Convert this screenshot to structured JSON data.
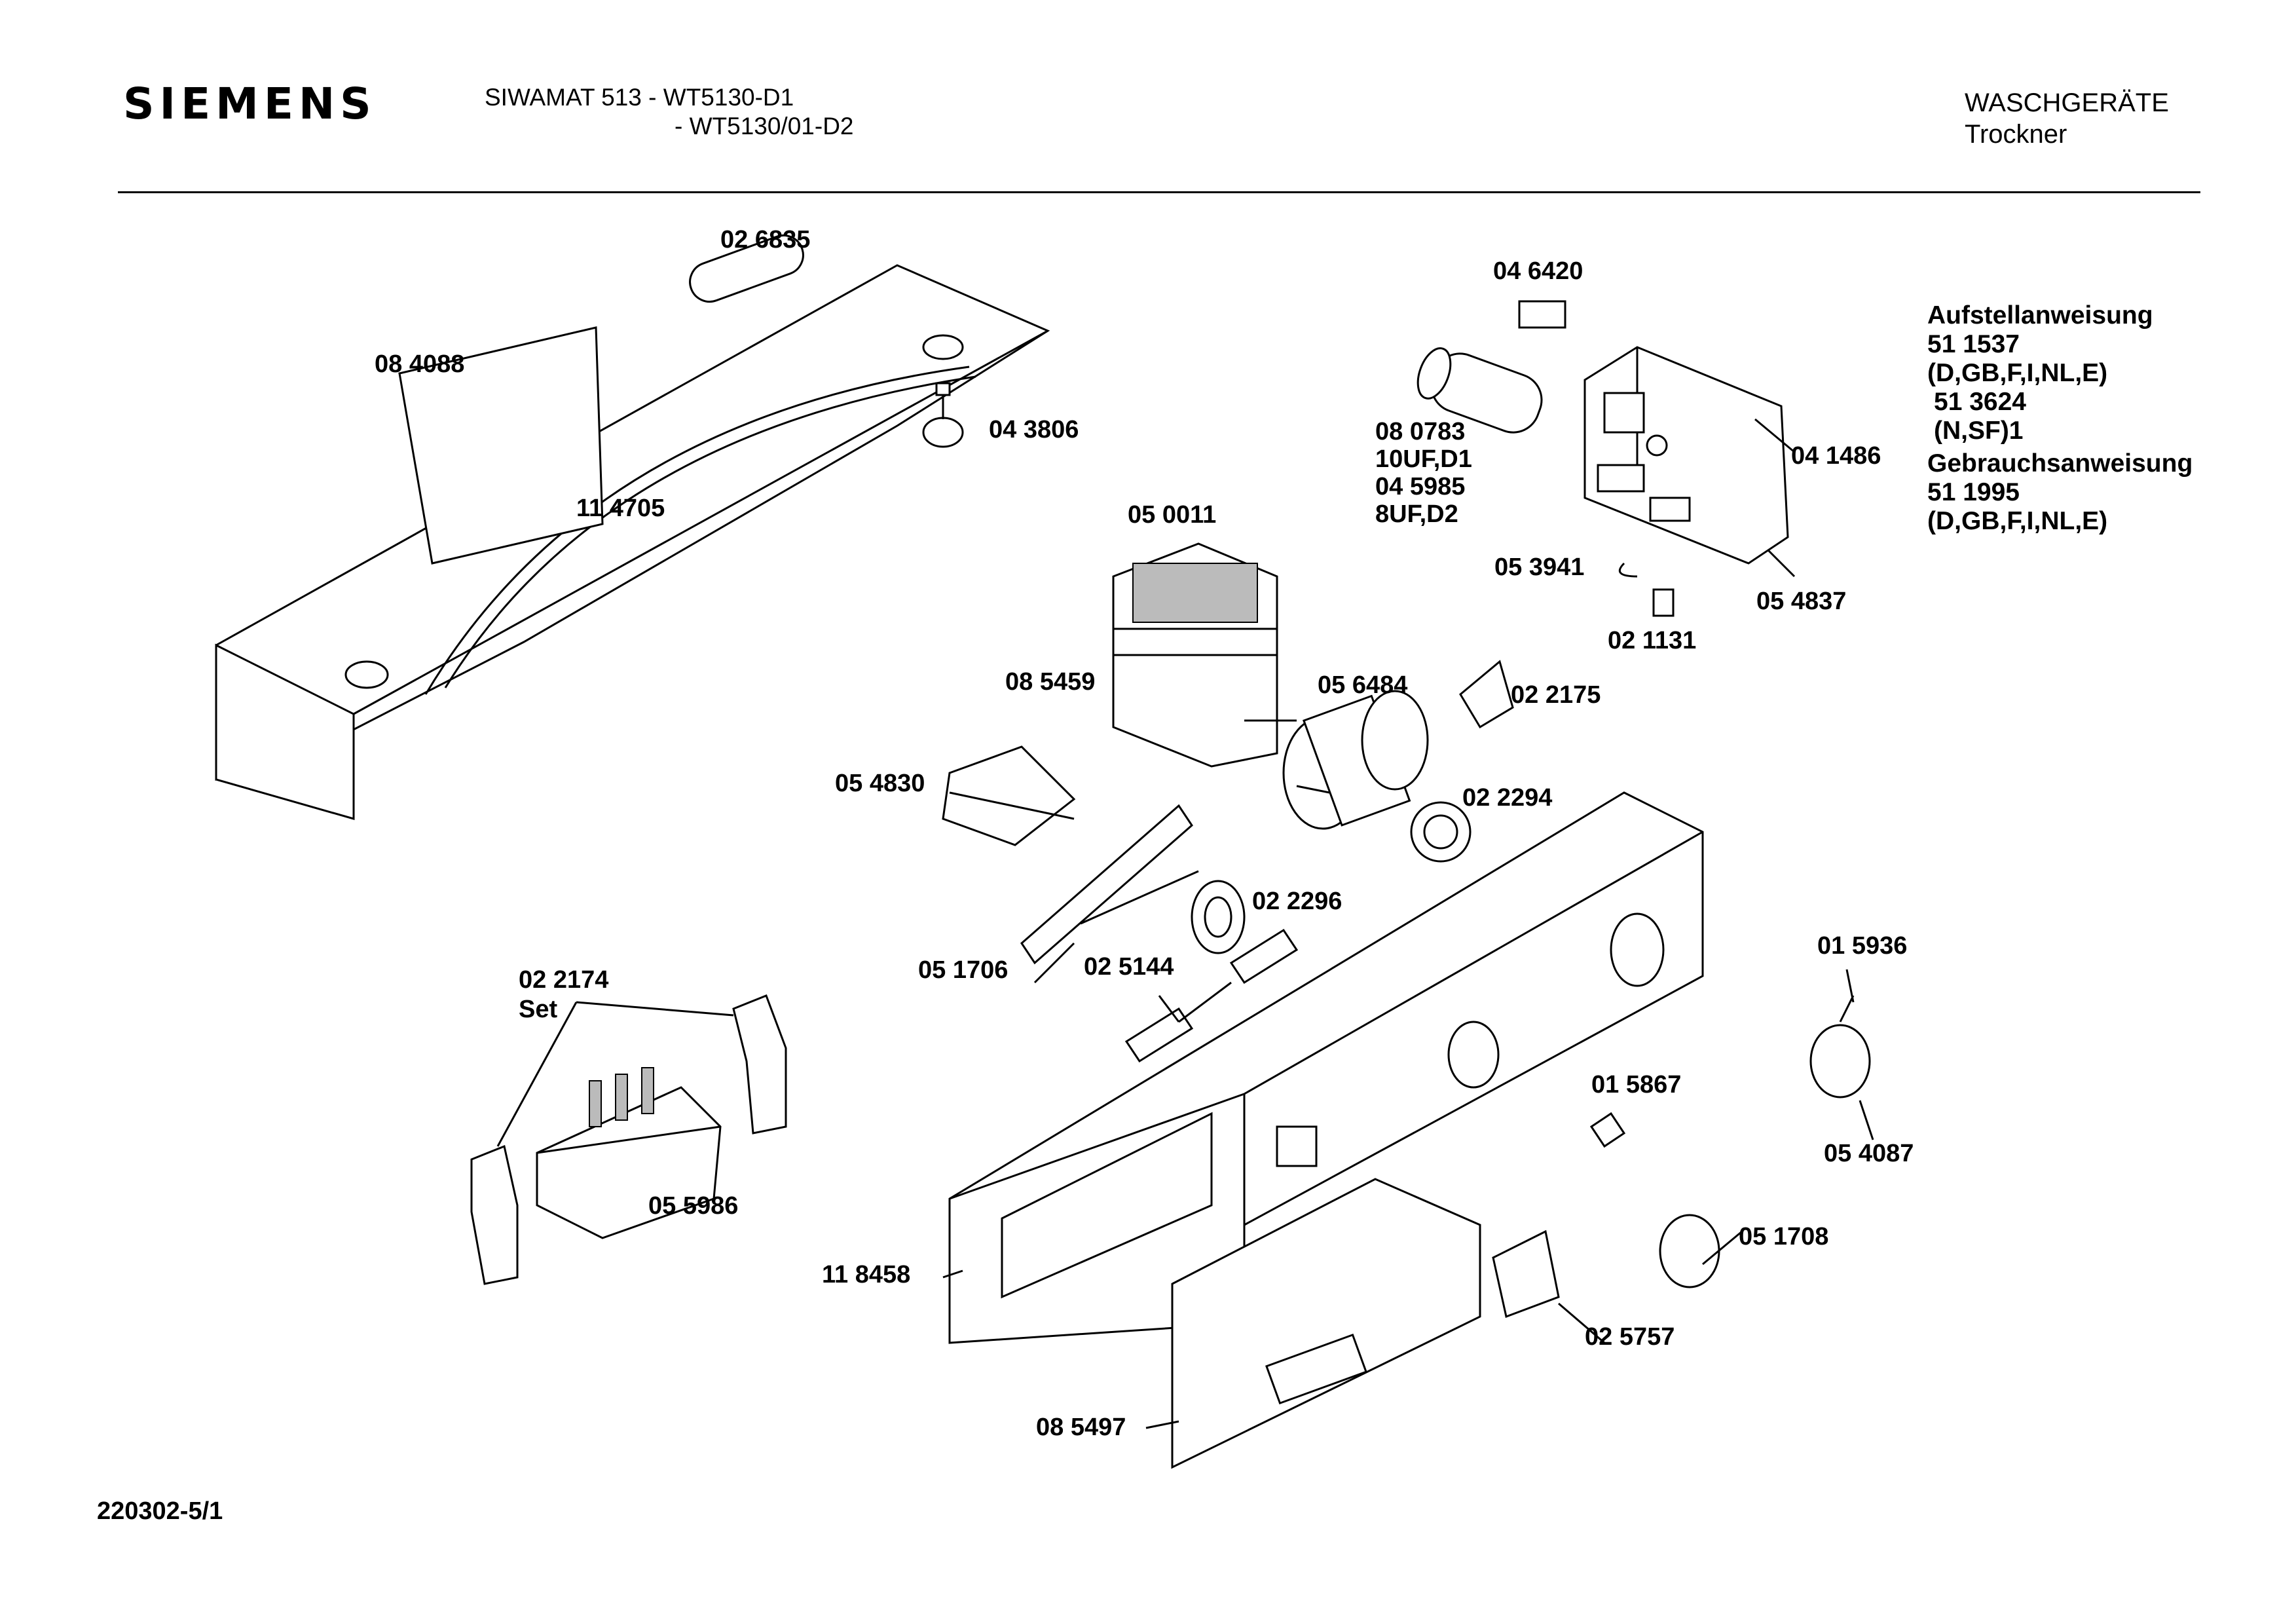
{
  "header": {
    "brand": "SIEMENS",
    "model_line1": "SIWAMAT 513 - WT5130-D1",
    "model_line2": "- WT5130/01-D2",
    "category": "WASCHGERÄTE",
    "subcategory": "Trockner"
  },
  "documents": {
    "install_title": "Aufstellanweisung",
    "install_no_1": "51 1537",
    "install_lang_1": "(D,GB,F,I,NL,E)",
    "install_no_2": "51 3624",
    "install_lang_2": "(N,SF)1",
    "manual_title": "Gebrauchsanweisung",
    "manual_no": "51 1995",
    "manual_lang": "(D,GB,F,I,NL,E)"
  },
  "parts": {
    "p026835": "02 6835",
    "p084088": "08 4088",
    "p043806": "04 3806",
    "p114705": "11 4705",
    "p046420": "04 6420",
    "p080783": "08 0783",
    "p080783_spec": "10UF,D1",
    "p045985": "04 5985",
    "p045985_spec": "8UF,D2",
    "p041486": "04 1486",
    "p053941": "05 3941",
    "p054837": "05 4837",
    "p021131": "02 1131",
    "p050011": "05 0011",
    "p085459": "08 5459",
    "p056484": "05 6484",
    "p022175": "02 2175",
    "p054830": "05 4830",
    "p022294": "02 2294",
    "p022296": "02 2296",
    "p051706": "05 1706",
    "p025144": "02 5144",
    "p022174": "02 2174",
    "p022174_set": "Set",
    "p055986": "05 5986",
    "p015936": "01 5936",
    "p015867": "01 5867",
    "p054087": "05 4087",
    "p051708": "05 1708",
    "p118458": "11 8458",
    "p025757": "02 5757",
    "p085497": "08 5497"
  },
  "footer": {
    "drawing_no": "220302-5/1"
  }
}
